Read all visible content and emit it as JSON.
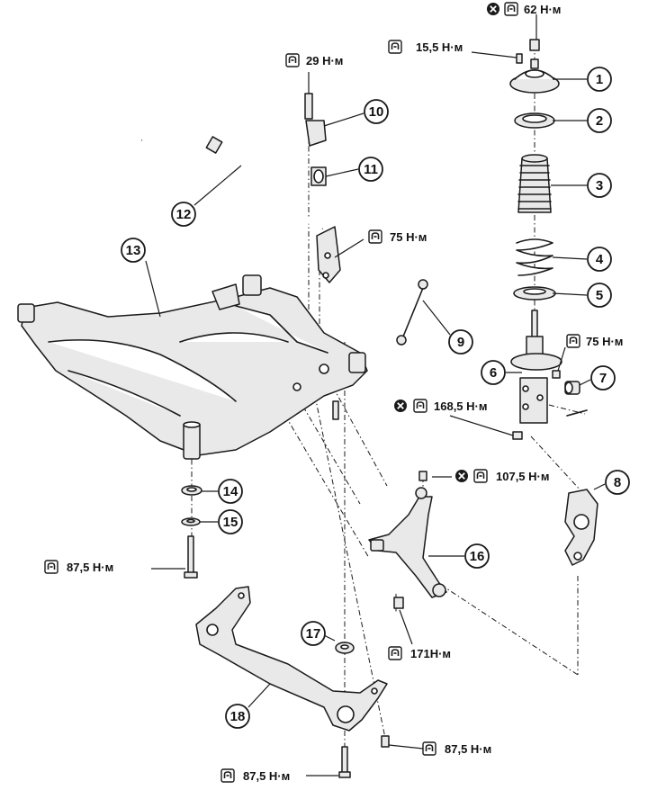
{
  "callouts": [
    {
      "num": "1"
    },
    {
      "num": "2"
    },
    {
      "num": "3"
    },
    {
      "num": "4"
    },
    {
      "num": "5"
    },
    {
      "num": "6"
    },
    {
      "num": "7"
    },
    {
      "num": "8"
    },
    {
      "num": "9"
    },
    {
      "num": "10"
    },
    {
      "num": "11"
    },
    {
      "num": "12"
    },
    {
      "num": "13"
    },
    {
      "num": "14"
    },
    {
      "num": "15"
    },
    {
      "num": "16"
    },
    {
      "num": "17"
    },
    {
      "num": "18"
    }
  ],
  "torques": {
    "strut_top_nut": "62 Н·м",
    "mount_bolt": "15,5 Н·м",
    "stabilizer_bracket": "29 Н·м",
    "link_upper": "75 Н·м",
    "link_lower": "75 Н·м",
    "strut_knuckle": "168,5 Н·м",
    "balljoint_nut": "107,5 Н·м",
    "member_bolt_left": "87,5 Н·м",
    "arm_bolt": "171Н·м",
    "member_bolt_right": "87,5 Н·м",
    "member_bolt_bottom": "87,5 Н·м"
  },
  "icons": {
    "torque": "torque-wrench-icon",
    "noreuse": "do-not-reuse-icon"
  }
}
